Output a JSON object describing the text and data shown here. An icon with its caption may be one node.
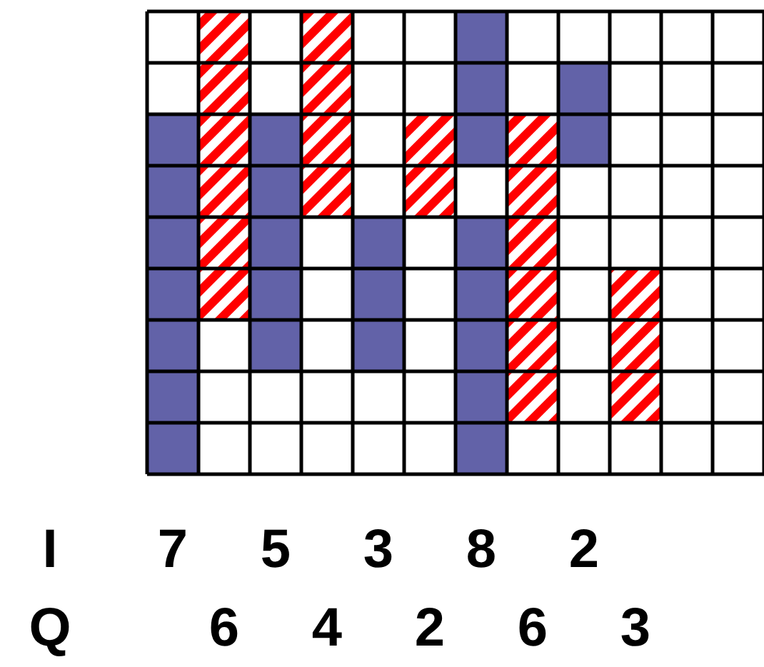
{
  "diagram": {
    "labels": [
      "I",
      "7",
      "5",
      "3",
      "8",
      "2",
      "Q",
      "6",
      "4",
      "2",
      "6",
      "3"
    ]
  }
}
